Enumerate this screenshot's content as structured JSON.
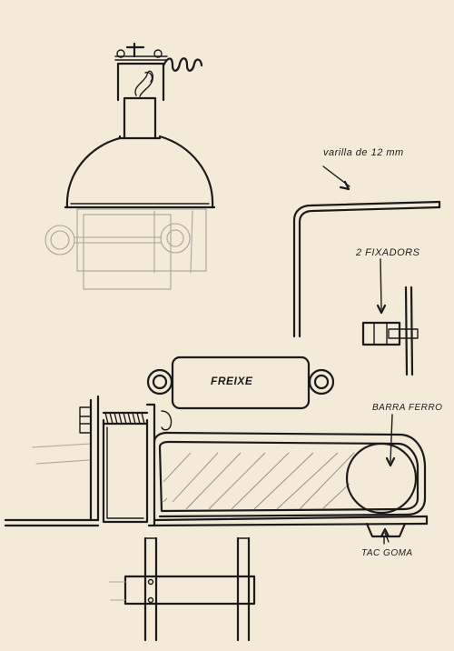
{
  "labels": {
    "rod": "varilla de 12 mm",
    "fasteners": "2 fixadors",
    "ash_block": "FREIXE",
    "iron_bar": "BARRA FERRO",
    "rubber_pad": "TAC GOMA"
  },
  "colors": {
    "paper": "#f3ead8",
    "ink": "#1b1b1b",
    "pencil": "#a9a49b"
  }
}
